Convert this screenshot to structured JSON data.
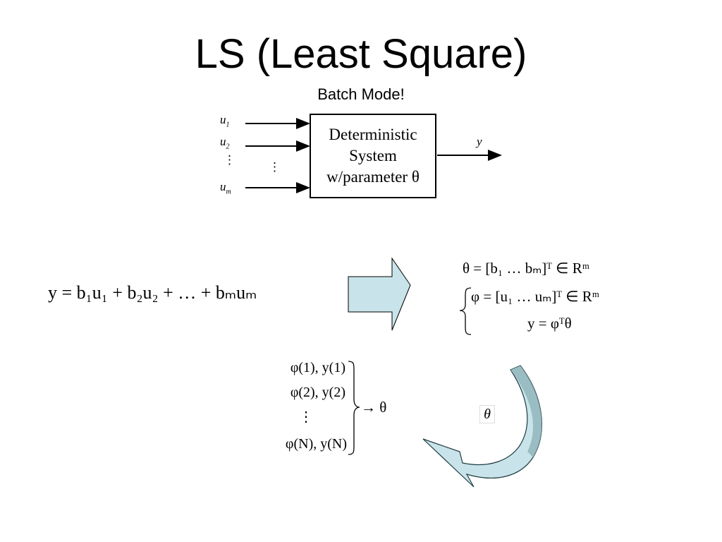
{
  "slide": {
    "title": "LS (Least Square)",
    "subtitle": "Batch Mode!"
  },
  "diagram": {
    "box_lines": [
      "Deterministic",
      "System",
      "w/parameter θ"
    ],
    "inputs": [
      {
        "var": "u",
        "sub": "1"
      },
      {
        "var": "u",
        "sub": "2"
      },
      {
        "var": "⋮",
        "sub": ""
      },
      {
        "var": "u",
        "sub": "m"
      }
    ],
    "mid_dots": "⋮",
    "output": "y"
  },
  "equations": {
    "model": "y = b₁u₁ + b₂u₂ + … + bₘuₘ",
    "theta_def": "θ = [b₁   …   bₘ]ᵀ ∈ Rᵐ",
    "phi_def": "φ = [u₁   …   uₘ]ᵀ ∈ Rᵐ",
    "y_def": "y = φᵀθ",
    "data_rows": [
      "φ(1), y(1)",
      "φ(2), y(2)",
      "⋮",
      "φ(N), y(N)"
    ],
    "data_result": "→ θ",
    "theta_label": "θ"
  },
  "colors": {
    "arrow_fill": "#c8e4ea",
    "arrow_fill_dark": "#8fb3ba",
    "stroke": "#000000"
  }
}
